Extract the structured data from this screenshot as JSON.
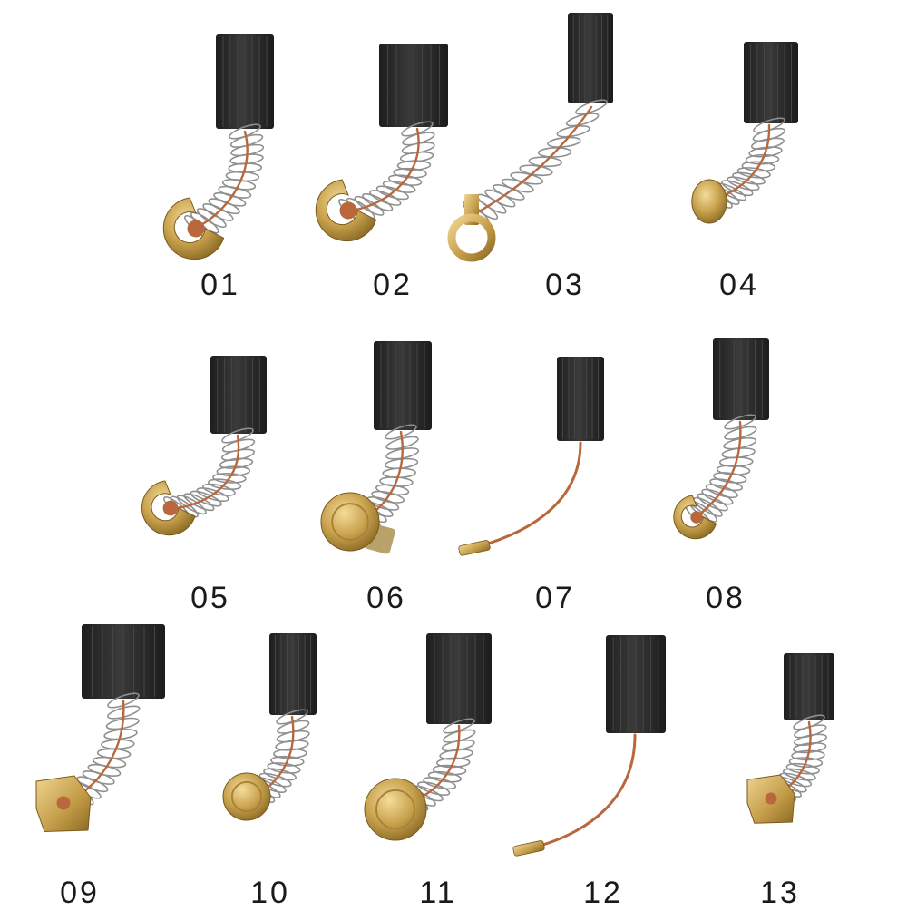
{
  "colors": {
    "background": "#ffffff",
    "carbon": "#2b2b2b",
    "copper": "#b8683c",
    "brass": "#c9a24e",
    "spring": "#8f8f8f",
    "label": "#1a1a1a"
  },
  "items": [
    {
      "id": "01",
      "label": "01",
      "terminal": "u-clip"
    },
    {
      "id": "02",
      "label": "02",
      "terminal": "u-clip"
    },
    {
      "id": "03",
      "label": "03",
      "terminal": "ring"
    },
    {
      "id": "04",
      "label": "04",
      "terminal": "disc"
    },
    {
      "id": "05",
      "label": "05",
      "terminal": "u-clip"
    },
    {
      "id": "06",
      "label": "06",
      "terminal": "cap-with-tab"
    },
    {
      "id": "07",
      "label": "07",
      "terminal": "pin-wire"
    },
    {
      "id": "08",
      "label": "08",
      "terminal": "u-clip"
    },
    {
      "id": "09",
      "label": "09",
      "terminal": "square-clip"
    },
    {
      "id": "10",
      "label": "10",
      "terminal": "cap"
    },
    {
      "id": "11",
      "label": "11",
      "terminal": "cap"
    },
    {
      "id": "12",
      "label": "12",
      "terminal": "pin-wire"
    },
    {
      "id": "13",
      "label": "13",
      "terminal": "square-clip"
    }
  ]
}
